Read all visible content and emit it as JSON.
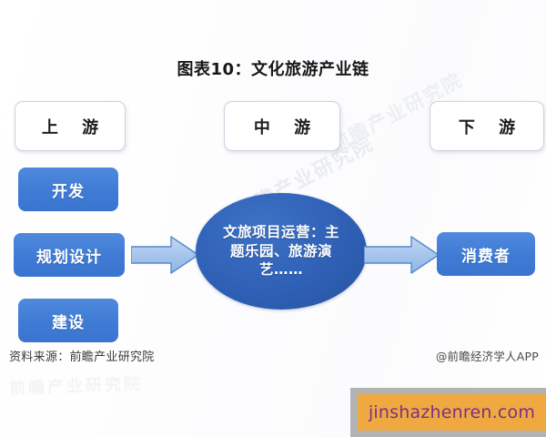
{
  "chart": {
    "title": "图表10：文化旅游产业链",
    "type": "diagram-value-chain"
  },
  "stages": [
    {
      "label": "上 游",
      "name": "upstream"
    },
    {
      "label": "中 游",
      "name": "midstream"
    },
    {
      "label": "下 游",
      "name": "downstream"
    }
  ],
  "upstream_items": [
    {
      "label": "开发"
    },
    {
      "label": "规划设计"
    },
    {
      "label": "建设"
    }
  ],
  "midstream": {
    "label": "文旅项目运营：主题乐园、旅游演艺……"
  },
  "downstream": {
    "label": "消费者"
  },
  "arrows": [
    {
      "name": "arrow-upstream-to-midstream",
      "direction": "right"
    },
    {
      "name": "arrow-midstream-to-downstream",
      "direction": "right"
    }
  ],
  "footer": {
    "source": "资料来源：前瞻产业研究院",
    "app": "@前瞻经济学人APP"
  },
  "watermarks": {
    "diagonal_a": "前瞻产业研究院",
    "diagonal_b": "前瞻产业研究院",
    "faint_bottom": "前瞻产业研究院"
  },
  "banner": {
    "text": "jinshazhenren.com"
  },
  "colors": {
    "box_blue": "#3f7bd4",
    "ellipse_blue": "#2f60b6",
    "arrow_blue": "#9dc0ea",
    "arrow_border": "#5588cf",
    "banner_orange": "#efa940",
    "banner_text_purple": "#7c2f8a",
    "banner_frame_gray": "#b3b3b3",
    "stage_border": "#ccd2dc"
  }
}
